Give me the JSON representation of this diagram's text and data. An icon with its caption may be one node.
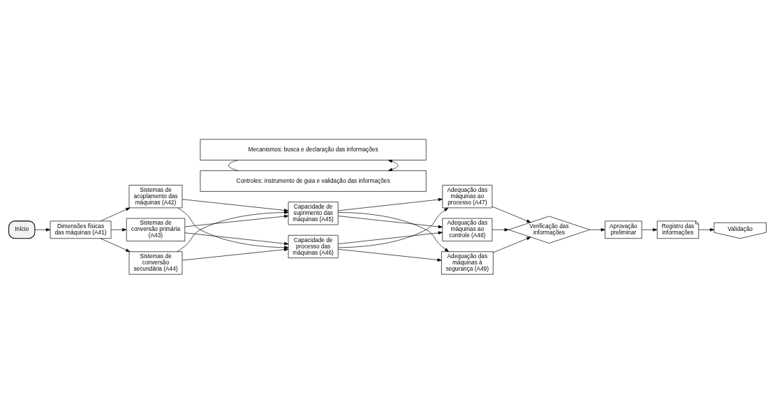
{
  "diagram": {
    "nodes": [
      {
        "text": [
          "Início"
        ]
      },
      {
        "text": [
          "Mecanismos: busca e declaração das informações"
        ]
      },
      {
        "text": [
          "Dimensões físicas das máquinas (A41)"
        ]
      },
      {
        "text": [
          "Sistemas de acoplamento das máquinas (A42)"
        ]
      },
      {
        "text": [
          "Sistemas de conversão primária (A43)"
        ]
      },
      {
        "text": [
          "Sistemas de conversão secundária (A44)"
        ]
      },
      {
        "text": [
          "Capacidade de suprimento das máquinas (A45)"
        ]
      },
      {
        "text": [
          "Capacidade de processo das máquinas (A46)"
        ]
      },
      {
        "text": [
          "Adequação das máquinas ao processo (A47)"
        ]
      },
      {
        "text": [
          "Adequação das máquinas ao controle (A48)"
        ]
      },
      {
        "text": [
          "Adequação das máquinas à segurança (A49)"
        ]
      },
      {
        "text": [
          "Verificação das informações"
        ]
      },
      {
        "text": [
          "Aprovação preliminar"
        ]
      },
      {
        "text": [
          "Registro das informações"
        ]
      },
      {
        "text": [
          "Validação"
        ]
      },
      {
        "text": [
          "Controles: instrumento de guia e validação das informações"
        ]
      }
    ],
    "edges": [
      {
        "from": 0,
        "to": 2,
        "arrow": "to"
      },
      {
        "from": 15,
        "to": 1,
        "arrow": "both"
      },
      {
        "from": 1,
        "to": 15,
        "arrow": "none"
      },
      {
        "from": 2,
        "to": 3,
        "arrow": "to"
      },
      {
        "from": 2,
        "to": 4,
        "arrow": "to"
      },
      {
        "from": 2,
        "to": 5,
        "arrow": "to"
      },
      {
        "from": 3,
        "to": 6,
        "arrow": "to"
      },
      {
        "from": 3,
        "to": 7,
        "arrow": "to"
      },
      {
        "from": 4,
        "to": 6,
        "arrow": "to"
      },
      {
        "from": 4,
        "to": 7,
        "arrow": "to"
      },
      {
        "from": 5,
        "to": 6,
        "arrow": "to"
      },
      {
        "from": 5,
        "to": 7,
        "arrow": "to"
      },
      {
        "from": 6,
        "to": 8,
        "arrow": "to"
      },
      {
        "from": 6,
        "to": 9,
        "arrow": "to"
      },
      {
        "from": 6,
        "to": 10,
        "arrow": "to"
      },
      {
        "from": 7,
        "to": 8,
        "arrow": "to"
      },
      {
        "from": 7,
        "to": 9,
        "arrow": "to"
      },
      {
        "from": 7,
        "to": 10,
        "arrow": "to"
      },
      {
        "from": 8,
        "to": 11,
        "arrow": "to"
      },
      {
        "from": 9,
        "to": 11,
        "arrow": "to"
      },
      {
        "from": 10,
        "to": 11,
        "arrow": "to"
      },
      {
        "from": 11,
        "to": 12,
        "arrow": "to"
      },
      {
        "from": 12,
        "to": 13,
        "arrow": "to"
      },
      {
        "from": 13,
        "to": 14,
        "arrow": "to"
      }
    ]
  }
}
